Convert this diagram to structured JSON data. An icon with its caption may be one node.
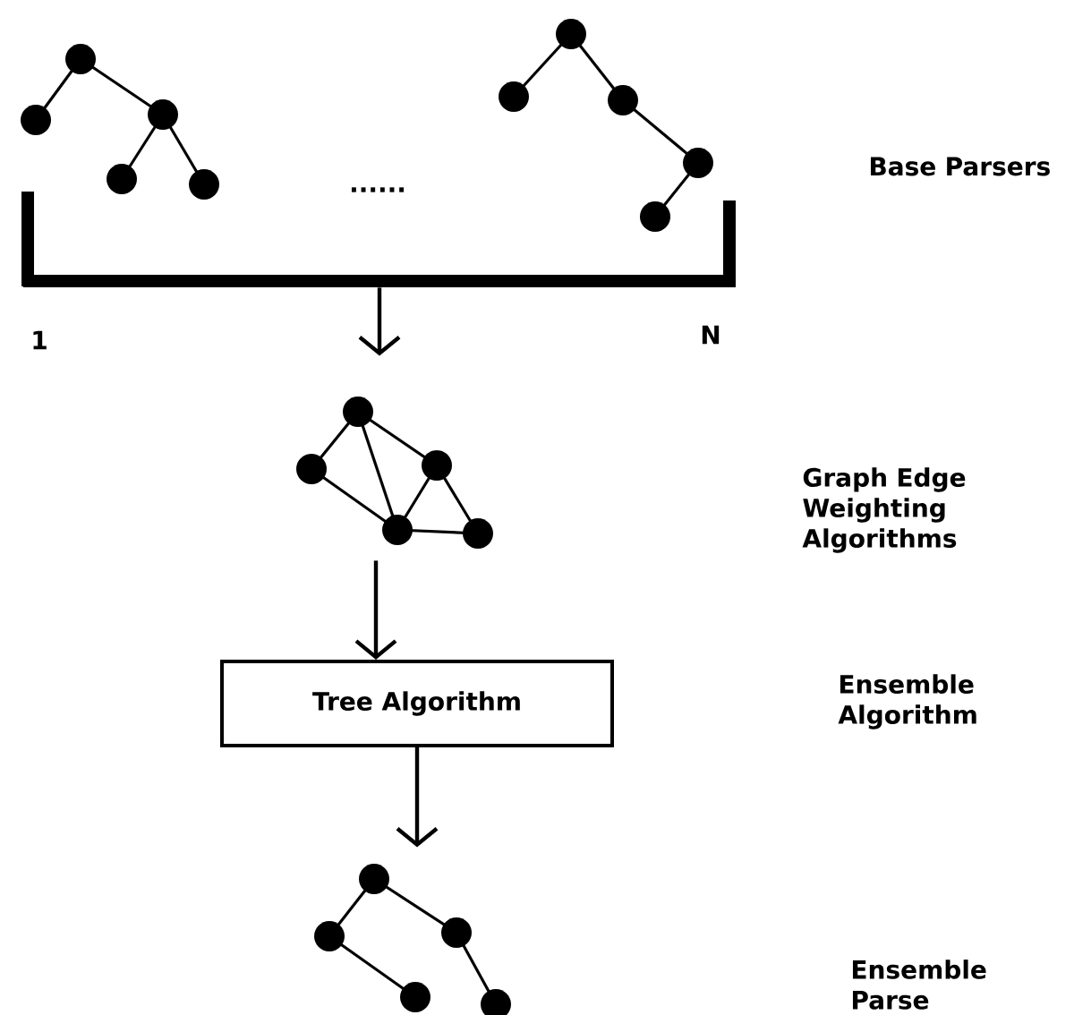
{
  "diagram": {
    "nodes": [
      {
        "text": [],
        "shape": "picture"
      },
      {
        "text": [],
        "shape": "picture"
      },
      {
        "text": [],
        "shape": "bar"
      },
      {
        "text": [],
        "shape": "picture"
      },
      {
        "text": [
          "Tree Algorithm"
        ]
      },
      {
        "text": [],
        "shape": "picture"
      }
    ],
    "edges": [
      {
        "from": 2,
        "to": 3,
        "arrow": "to"
      },
      {
        "from": 3,
        "to": 4,
        "arrow": "to"
      },
      {
        "from": 4,
        "to": 5,
        "arrow": "to"
      }
    ],
    "labels": [
      "......",
      "1",
      "N",
      "Base Parsers",
      "Graph Edge Weighting Algorithms",
      "Ensemble Algorithm",
      "Ensemble Parse"
    ]
  }
}
